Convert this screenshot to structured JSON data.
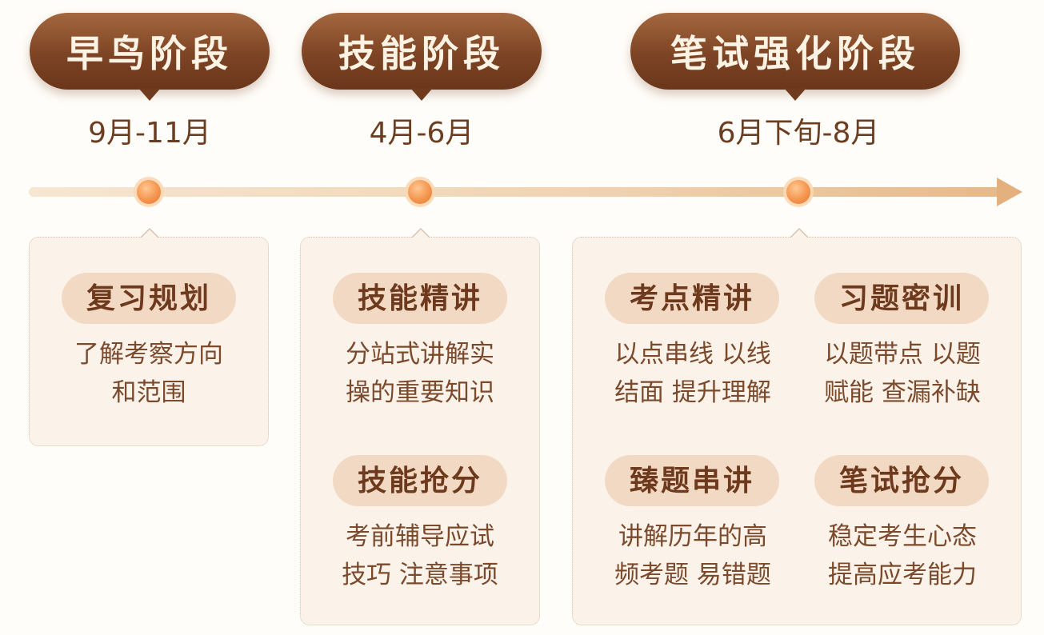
{
  "stages": [
    {
      "title": "早鸟阶段",
      "period": "9月-11月"
    },
    {
      "title": "技能阶段",
      "period": "4月-6月"
    },
    {
      "title": "笔试强化阶段",
      "period": "6月下旬-8月"
    }
  ],
  "items": [
    {
      "title": "复习规划",
      "desc": "了解考察方向\n和范围"
    },
    {
      "title": "技能精讲",
      "desc": "分站式讲解实\n操的重要知识"
    },
    {
      "title": "技能抢分",
      "desc": "考前辅导应试\n技巧 注意事项"
    },
    {
      "title": "考点精讲",
      "desc": "以点串线 以线\n结面 提升理解"
    },
    {
      "title": "习题密训",
      "desc": "以题带点 以题\n赋能 查漏补缺"
    },
    {
      "title": "臻题串讲",
      "desc": "讲解历年的高\n频考题 易错题"
    },
    {
      "title": "笔试抢分",
      "desc": "稳定考生心态\n提高应考能力"
    }
  ],
  "colors": {
    "badge": "#7d4424",
    "timeline": "#efd2b0",
    "dot": "#f4954e",
    "card": "#fbf3ea",
    "topic_pill": "#f2d9c3",
    "text": "#7b4a2d"
  },
  "icons": {
    "timeline_end": "arrow-right-icon"
  }
}
